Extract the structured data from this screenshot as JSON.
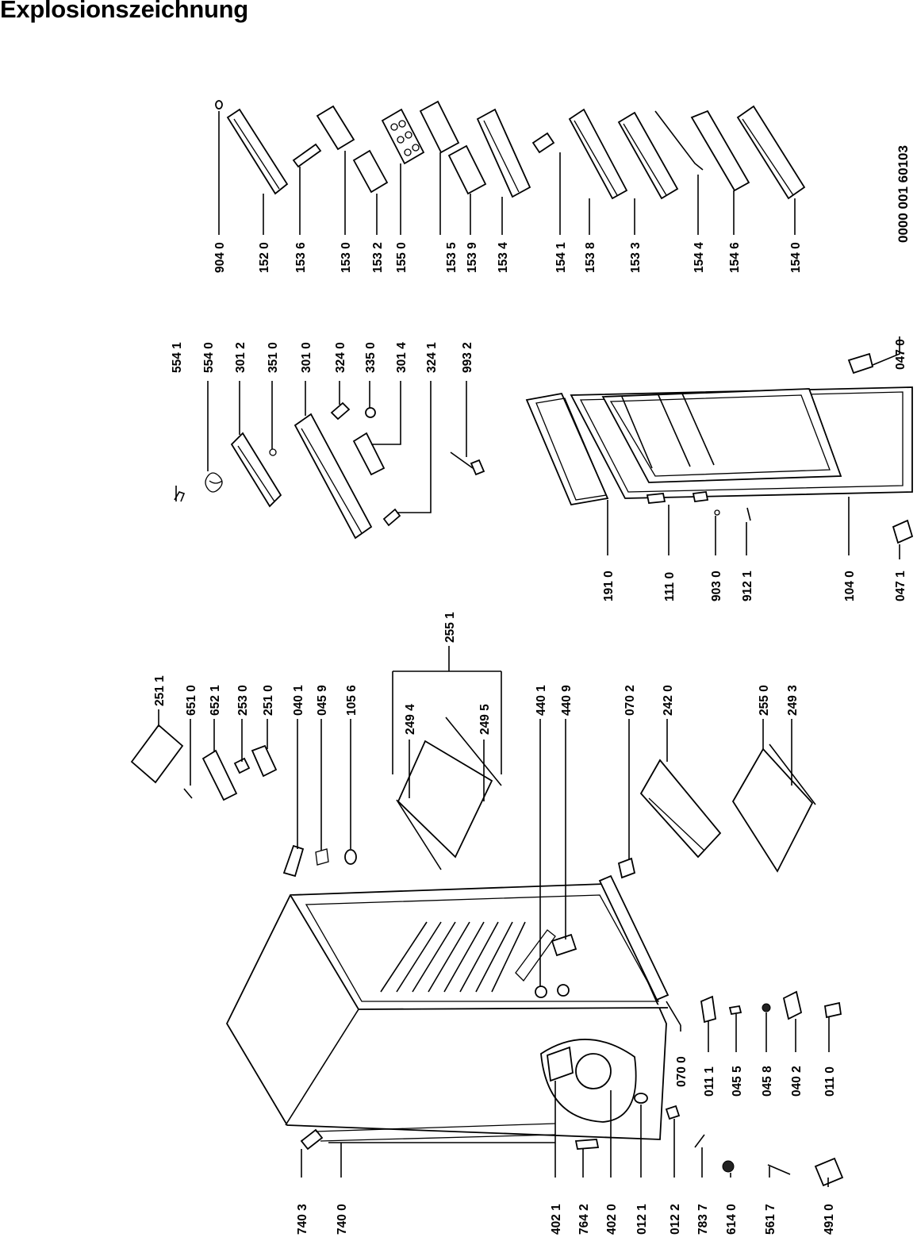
{
  "title": "Explosionszeichnung",
  "document_number": "0000 001 60103",
  "part_labels": {
    "p9040": "904 0",
    "p1520": "152 0",
    "p1536": "153 6",
    "p1530": "153 0",
    "p1532": "153 2",
    "p1550": "155 0",
    "p1535": "153 5",
    "p1539": "153 9",
    "p1534": "153 4",
    "p1541": "154 1",
    "p1538": "153 8",
    "p1533": "153 3",
    "p1544": "154 4",
    "p1546": "154 6",
    "p1540": "154 0",
    "p5541": "554 1",
    "p5540": "554 0",
    "p3012": "301 2",
    "p3510": "351 0",
    "p3010": "301 0",
    "p3240": "324 0",
    "p3350": "335 0",
    "p3014": "301 4",
    "p3241": "324 1",
    "p9932": "993 2",
    "p1910": "191 0",
    "p1110": "111 0",
    "p9030": "903 0",
    "p9121": "912 1",
    "p1040": "104 0",
    "p0471": "047 1",
    "p0470": "047 0",
    "p2511": "251 1",
    "p6510": "651 0",
    "p6521": "652 1",
    "p2530": "253 0",
    "p2510": "251 0",
    "p0401": "040 1",
    "p0459": "045 9",
    "p1056": "105 6",
    "p2551": "255 1",
    "p2494": "249 4",
    "p2495": "249 5",
    "p4401": "440 1",
    "p4409": "440 9",
    "p0702": "070 2",
    "p2420": "242 0",
    "p2550": "255 0",
    "p2493": "249 3",
    "p0700": "070 0",
    "p0111": "011 1",
    "p0455": "045 5",
    "p0458": "045 8",
    "p0402": "040 2",
    "p0110": "011 0",
    "p7403": "740 3",
    "p7400": "740 0",
    "p4021": "402 1",
    "p7642": "764 2",
    "p4020": "402 0",
    "p0121": "012 1",
    "p0122": "012 2",
    "p7837": "783 7",
    "p6140": "614 0",
    "p5617": "561 7",
    "p4910": "491 0"
  }
}
